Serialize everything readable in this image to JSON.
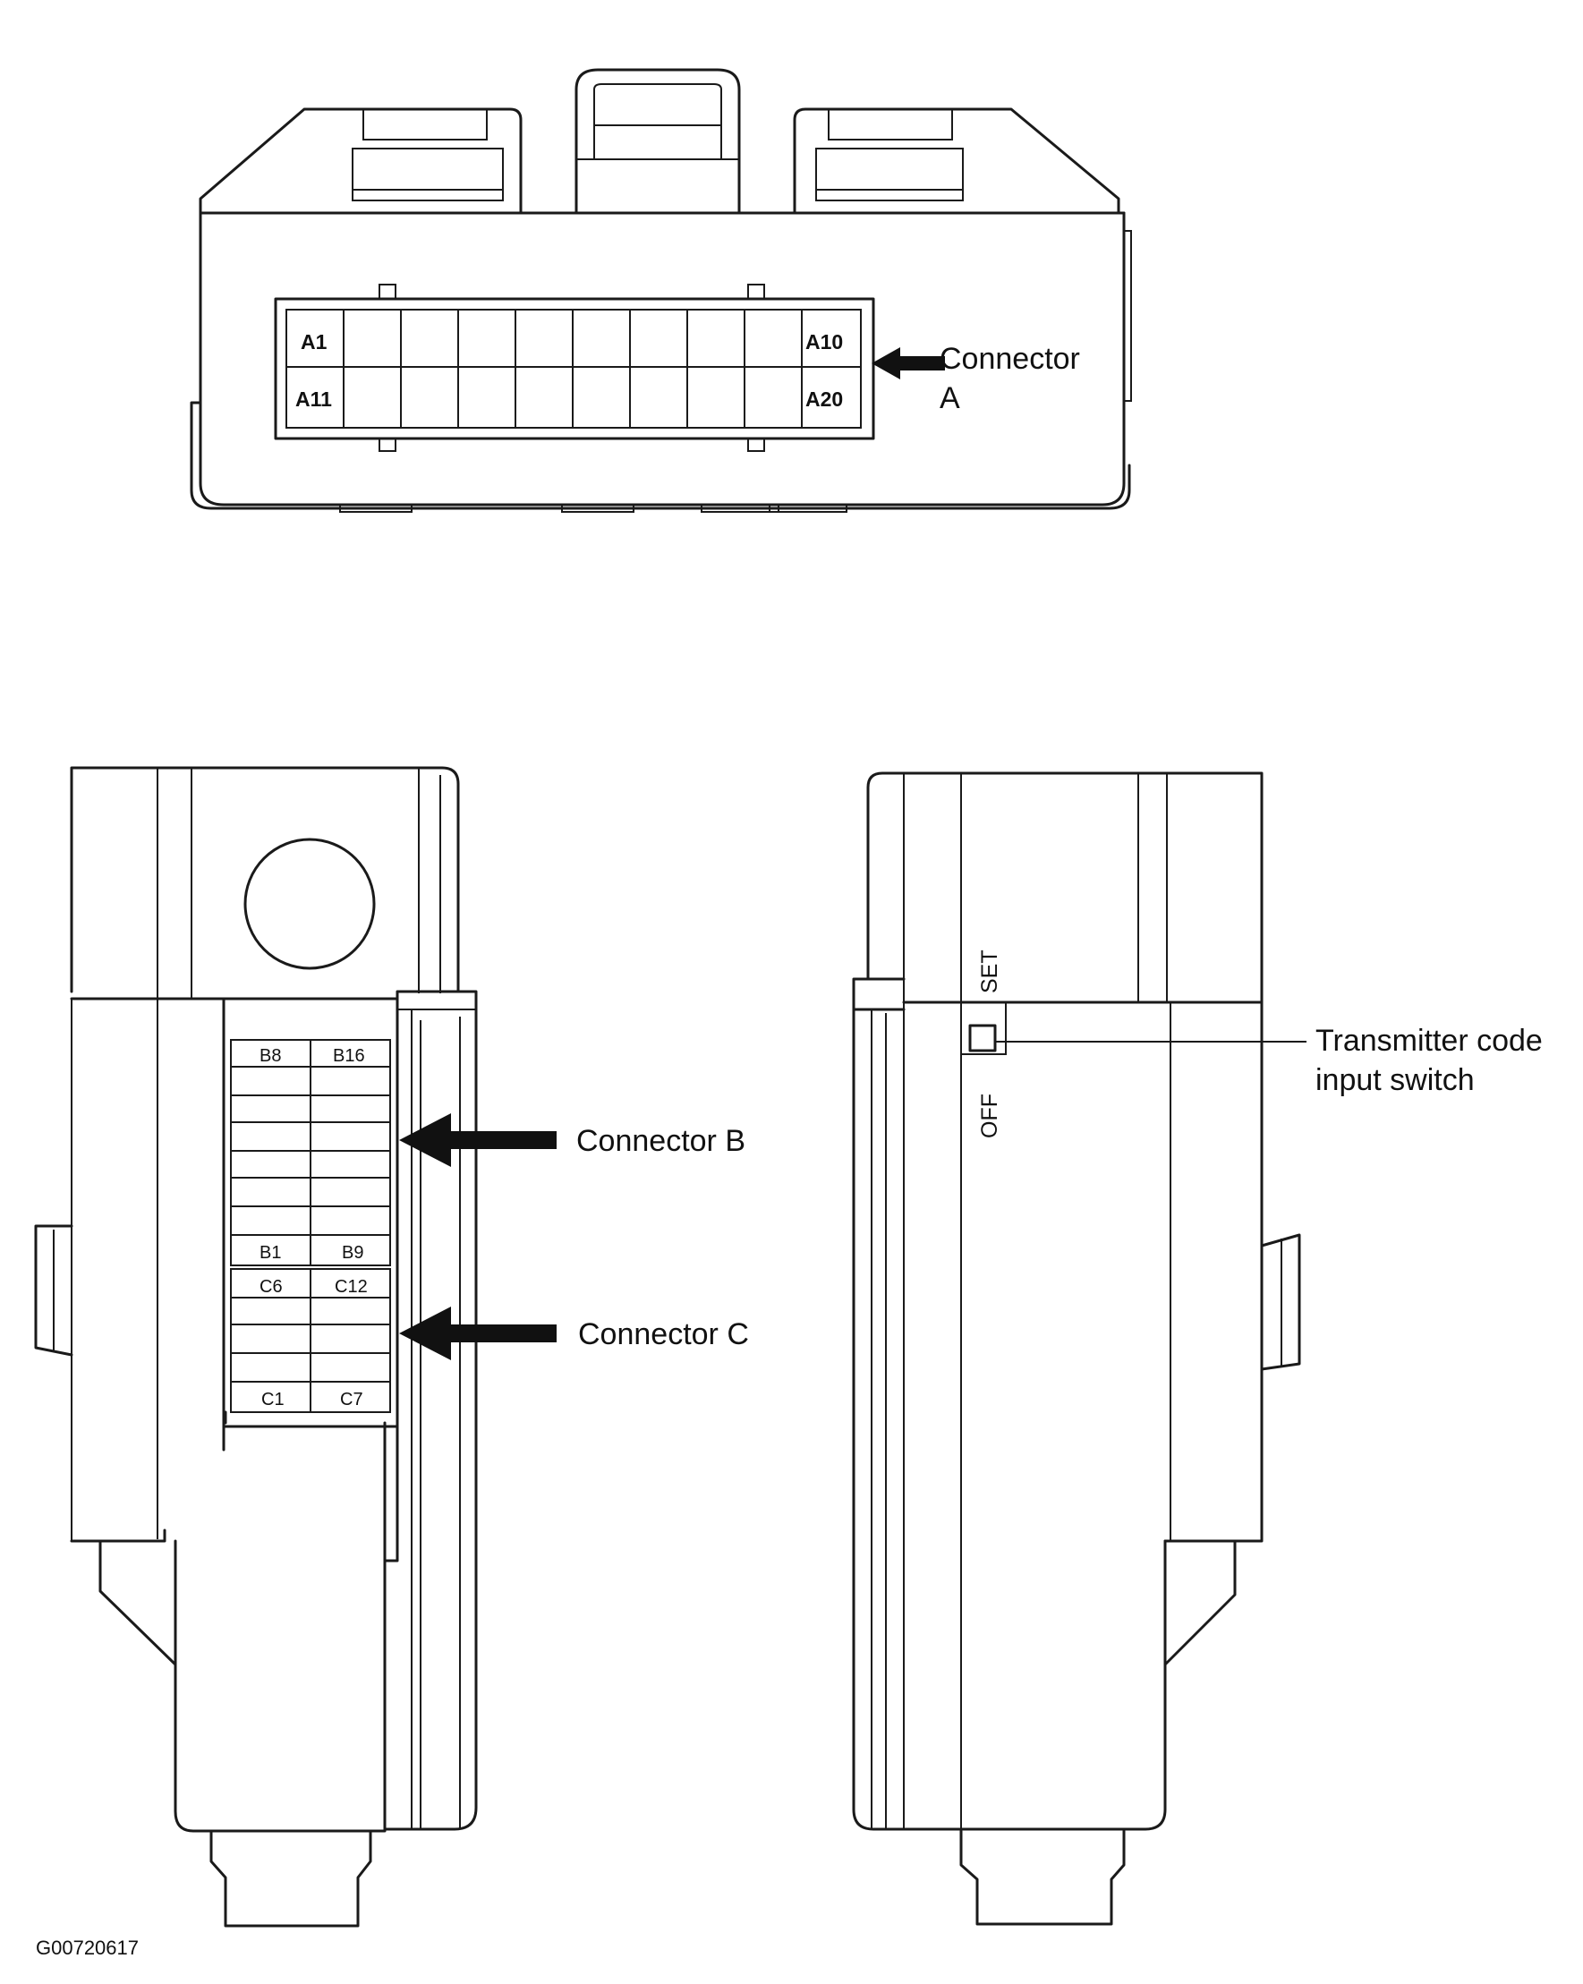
{
  "diagram_code": "G00720617",
  "connector_a": {
    "pins": {
      "top_left": "A1",
      "top_right": "A10",
      "bottom_left": "A11",
      "bottom_right": "A20"
    },
    "callout_line1": "Connector",
    "callout_line2": "A"
  },
  "connector_b": {
    "pins": {
      "top_left": "B8",
      "top_right": "B16",
      "bottom_left": "B1",
      "bottom_right": "B9"
    },
    "callout": "Connector B"
  },
  "connector_c": {
    "pins": {
      "top_left": "C6",
      "top_right": "C12",
      "bottom_left": "C1",
      "bottom_right": "C7"
    },
    "callout": "Connector C"
  },
  "switch": {
    "set_label": "SET",
    "off_label": "OFF",
    "callout_line1": "Transmitter code",
    "callout_line2": "input switch"
  },
  "colors": {
    "line": "#1a1a1a",
    "background": "#ffffff"
  }
}
